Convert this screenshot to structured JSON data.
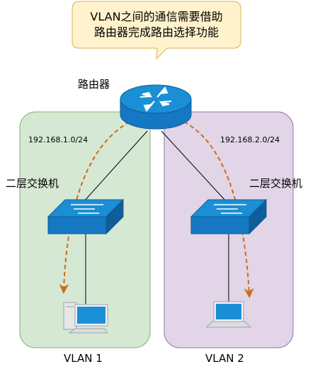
{
  "callout": {
    "line1": "VLAN之间的通信需要借助",
    "line2": "路由器完成路由选择功能"
  },
  "router": {
    "label": "路由器",
    "icon": "router-icon"
  },
  "vlans": [
    {
      "name": "VLAN 1",
      "subnet": "192.168.1.0/24",
      "switch_label": "二层交换机",
      "host": "desktop-computer-icon",
      "zone_fill": "#d5e8d4",
      "zone_stroke": "#82b366"
    },
    {
      "name": "VLAN 2",
      "subnet": "192.168.2.0/24",
      "switch_label": "二层交换机",
      "host": "laptop-icon",
      "zone_fill": "#e1d5e7",
      "zone_stroke": "#9673a6"
    }
  ],
  "colors": {
    "callout_fill": "#fff2cc",
    "callout_stroke": "#d6b656",
    "device_blue": "#1a8fd6",
    "route_arrow": "#d16a16"
  }
}
